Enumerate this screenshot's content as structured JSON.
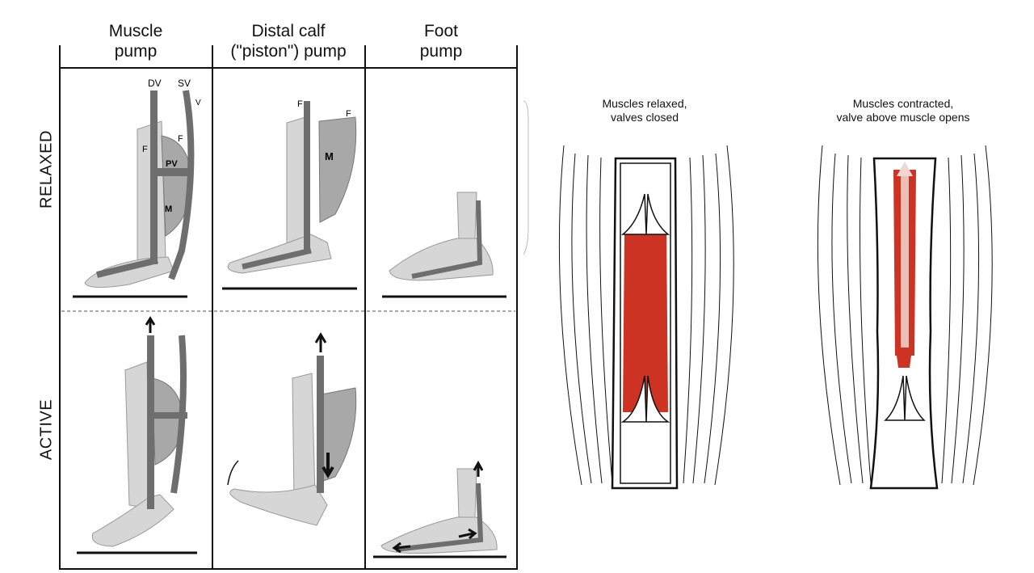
{
  "pump_diagram": {
    "columns": [
      {
        "title": "Muscle\npump"
      },
      {
        "title": "Distal calf\n(\"piston\") pump"
      },
      {
        "title": "Foot\npump"
      }
    ],
    "rows": [
      {
        "label": "RELAXED"
      },
      {
        "label": "ACTIVE"
      }
    ],
    "labels": {
      "dv": "DV",
      "sv": "SV",
      "v": "V",
      "f": "F",
      "pv": "PV",
      "m": "M"
    }
  },
  "valve_diagram": {
    "panels": [
      {
        "caption": "Muscles relaxed,\nvalves closed"
      },
      {
        "caption": "Muscles contracted,\nvalve above muscle opens"
      }
    ]
  },
  "colors": {
    "blood": "#cc3322",
    "bone": "#d6d6d6",
    "muscle": "#a8a8a8",
    "vein": "#6e6e6e",
    "line": "#111111"
  }
}
